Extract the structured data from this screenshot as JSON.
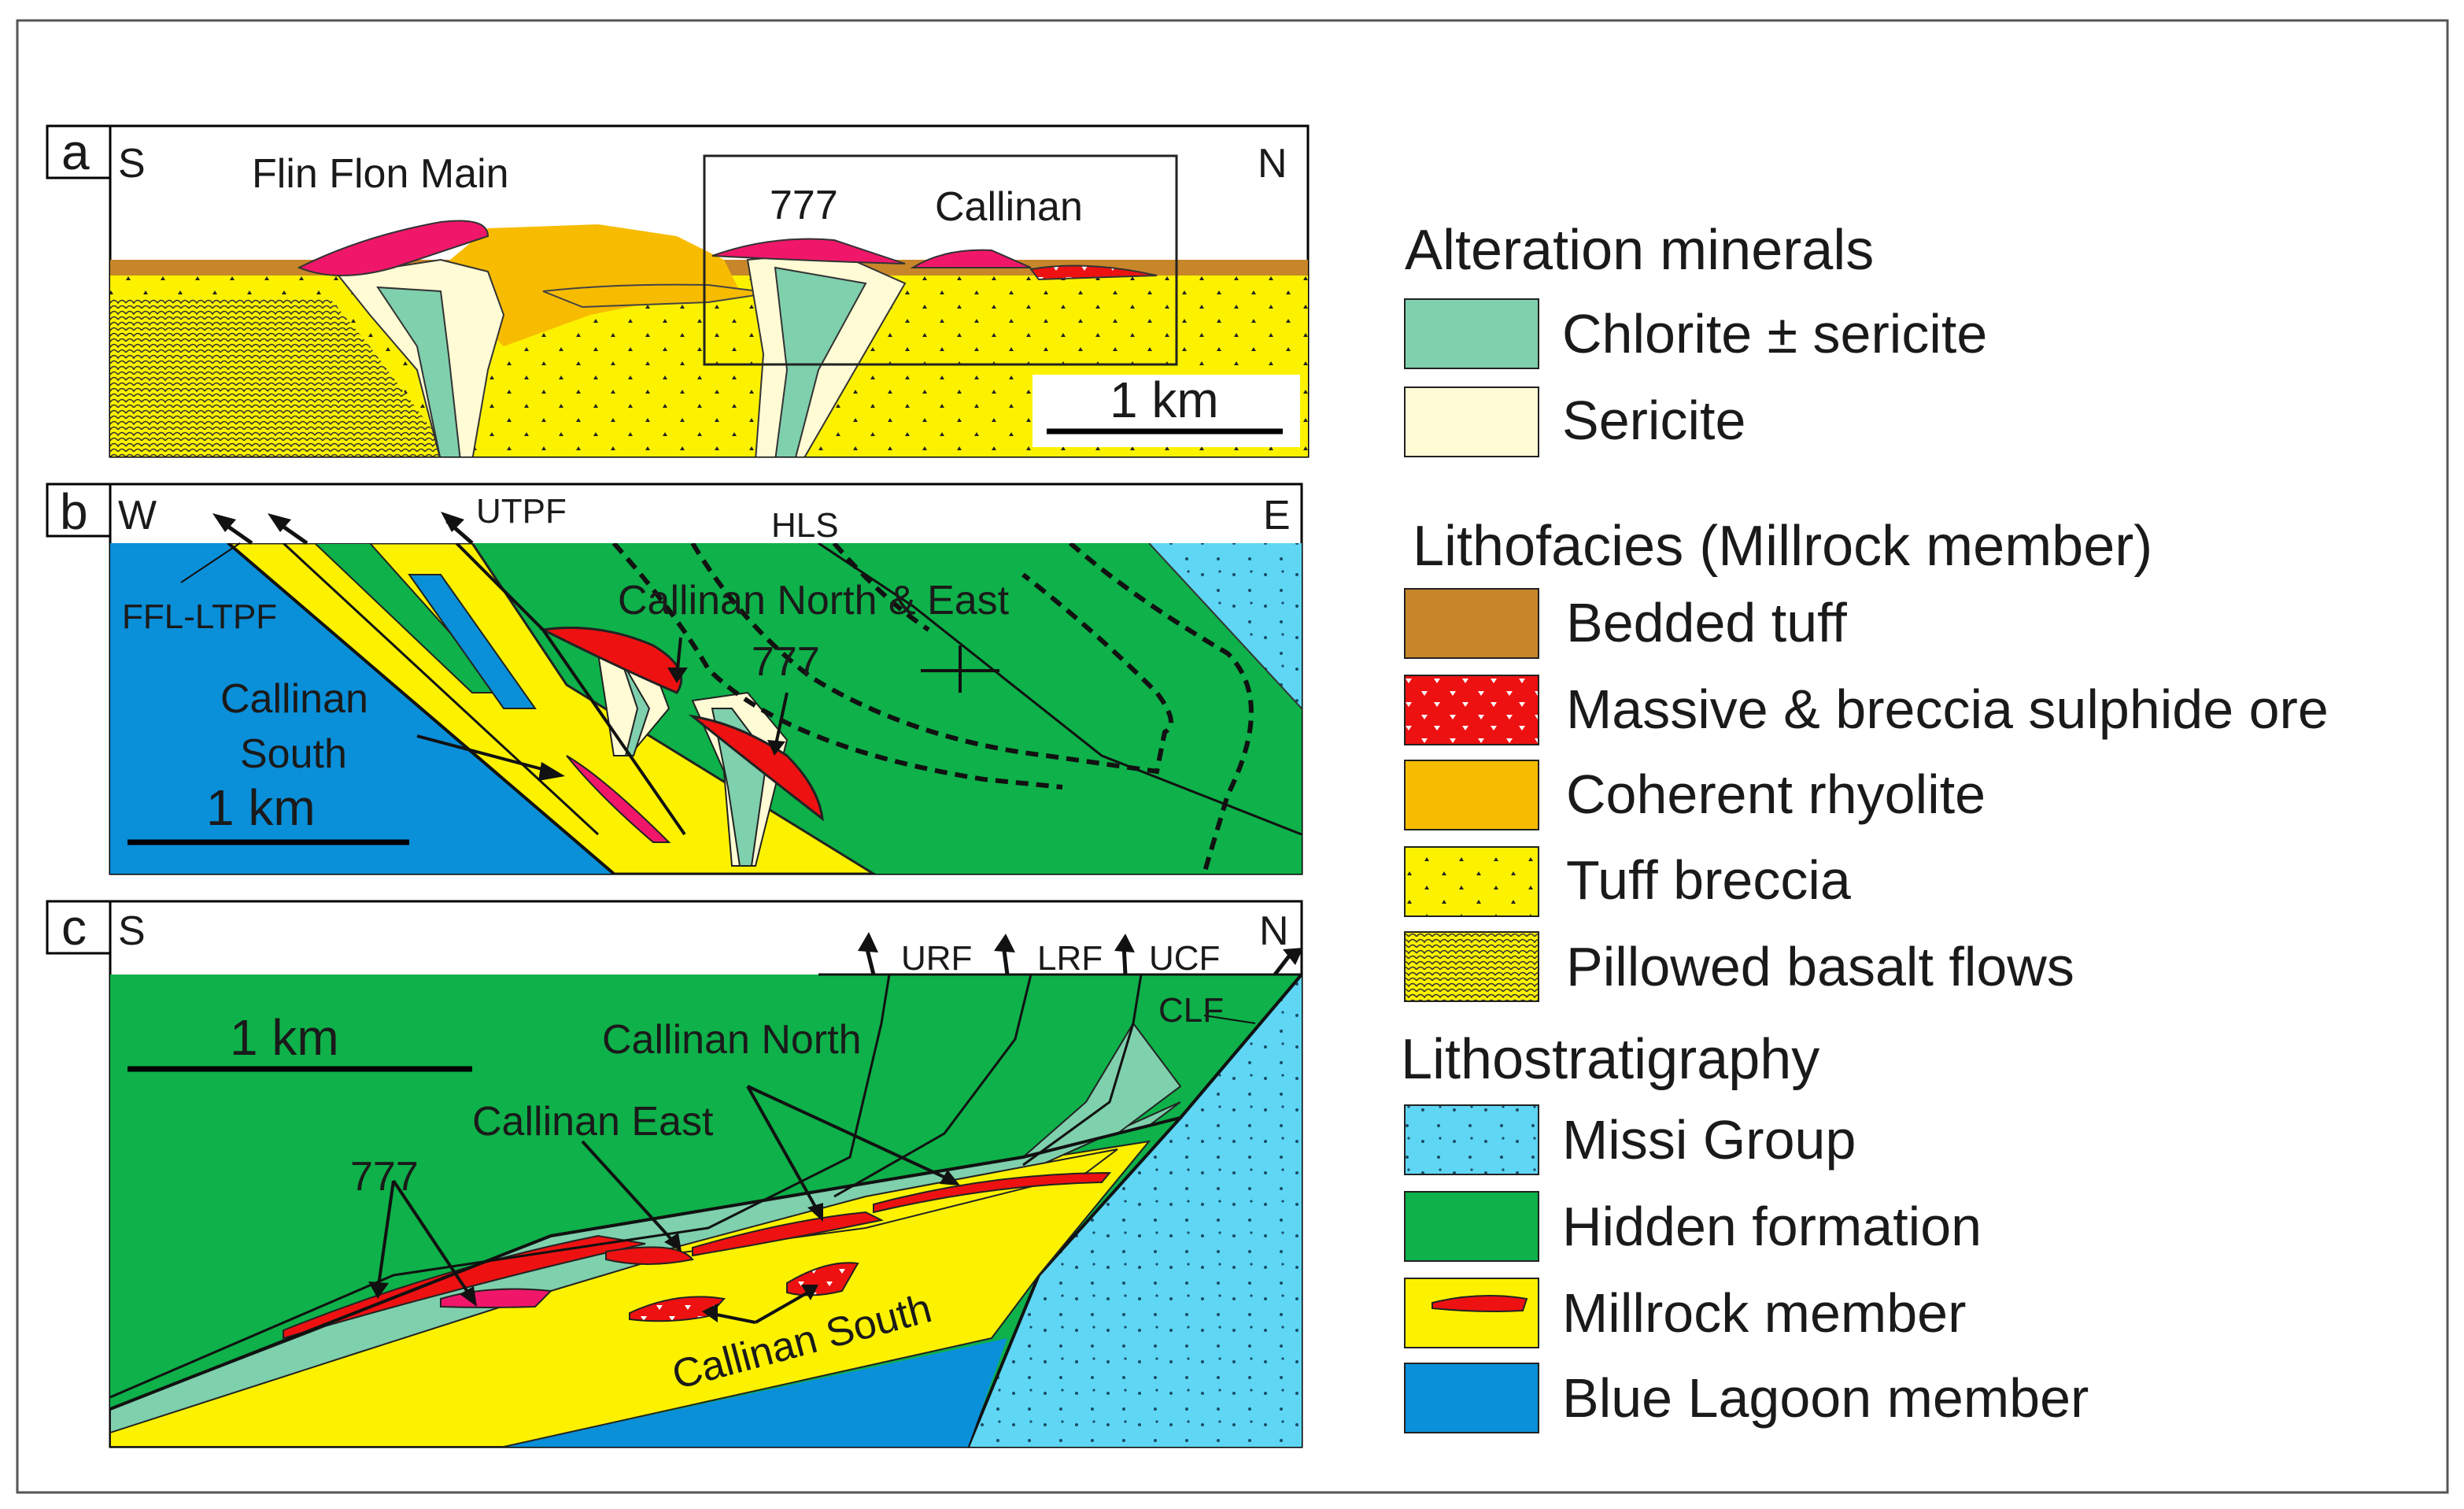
{
  "panels": {
    "a": {
      "letter": "a",
      "left_dir": "S",
      "right_dir": "N",
      "labels": {
        "flin_flon": "Flin Flon Main",
        "n777": "777",
        "callinan": "Callinan"
      },
      "scale": "1 km"
    },
    "b": {
      "letter": "b",
      "left_dir": "W",
      "right_dir": "E",
      "labels": {
        "utpf": "UTPF",
        "hls": "HLS",
        "ffl_ltpf": "FFL-LTPF",
        "callinan_ne": "Callinan North & East",
        "n777": "777",
        "callinan_south_1": "Callinan",
        "callinan_south_2": "South"
      },
      "scale": "1 km"
    },
    "c": {
      "letter": "c",
      "left_dir": "S",
      "right_dir": "N",
      "labels": {
        "urf": "URF",
        "lrf": "LRF",
        "ucf": "UCF",
        "clf": "CLF",
        "callinan_north": "Callinan North",
        "callinan_east": "Callinan East",
        "n777": "777",
        "callinan_south": "Callinan South"
      },
      "scale": "1 km"
    }
  },
  "legend": {
    "groups": [
      {
        "title": "Alteration minerals",
        "items": [
          {
            "label": "Chlorite ± sericite",
            "swatch": "chlorite"
          },
          {
            "label": "Sericite",
            "swatch": "sericite"
          }
        ]
      },
      {
        "title": "Lithofacies (Millrock member)",
        "items": [
          {
            "label": "Bedded tuff",
            "swatch": "bedded"
          },
          {
            "label": "Massive & breccia sulphide ore",
            "swatch": "ore"
          },
          {
            "label": "Coherent rhyolite",
            "swatch": "rhyolite"
          },
          {
            "label": "Tuff breccia",
            "swatch": "tuff"
          },
          {
            "label": "Pillowed basalt flows",
            "swatch": "basalt"
          }
        ]
      },
      {
        "title": "Lithostratigraphy",
        "items": [
          {
            "label": "Missi Group",
            "swatch": "missi"
          },
          {
            "label": "Hidden formation",
            "swatch": "hidden"
          },
          {
            "label": "Millrock member",
            "swatch": "millrock"
          },
          {
            "label": "Blue Lagoon member",
            "swatch": "bluelagoon"
          }
        ]
      }
    ]
  },
  "colors": {
    "chlorite": "#7fd0ad",
    "sericite": "#fefbd5",
    "bedded_tuff": "#c8862a",
    "ore": "#ee1111",
    "ore_pink": "#f0176a",
    "rhyolite": "#f7bc00",
    "tuff": "#fcf200",
    "missi": "#5ed6f4",
    "hidden": "#0eb14a",
    "millrock": "#fcf200",
    "blue_lagoon": "#0a8fd9"
  }
}
